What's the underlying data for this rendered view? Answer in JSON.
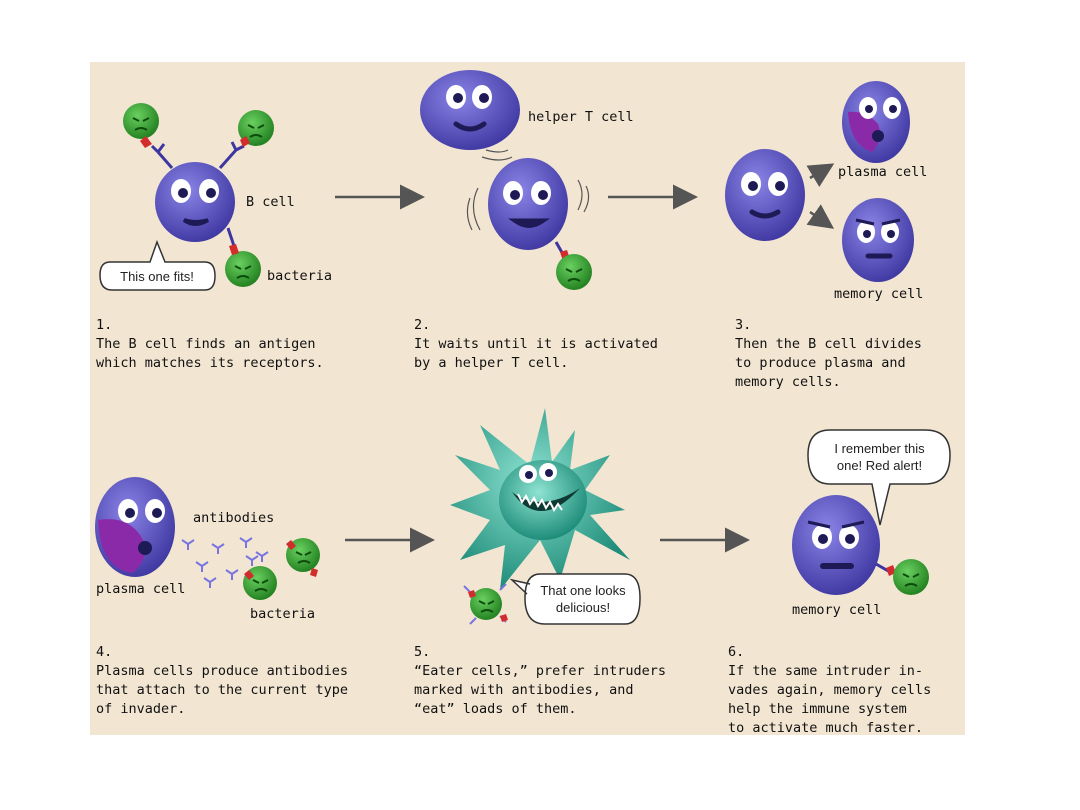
{
  "labels": {
    "b_cell": "B cell",
    "bacteria_1": "bacteria",
    "helper_t": "helper T cell",
    "plasma_cell_1": "plasma cell",
    "memory_cell_1": "memory cell",
    "antibodies": "antibodies",
    "plasma_cell_2": "plasma cell",
    "bacteria_2": "bacteria",
    "memory_cell_2": "memory cell"
  },
  "speech": {
    "fits": "This one fits!",
    "delicious": [
      "That one looks",
      "delicious!"
    ],
    "remember": [
      "I remember this",
      "one! Red alert!"
    ]
  },
  "steps": [
    {
      "num": "1.",
      "lines": [
        "The B cell finds an antigen",
        "which matches its receptors."
      ]
    },
    {
      "num": "2.",
      "lines": [
        "It waits until it is activated",
        "by a helper T cell."
      ]
    },
    {
      "num": "3.",
      "lines": [
        "Then the B cell divides",
        "to produce plasma and",
        "memory cells."
      ]
    },
    {
      "num": "4.",
      "lines": [
        "Plasma cells produce antibodies",
        "that attach to the current type",
        "of invader."
      ]
    },
    {
      "num": "5.",
      "lines": [
        "“Eater cells,” prefer intruders",
        "marked with antibodies, and",
        "“eat” loads of them."
      ]
    },
    {
      "num": "6.",
      "lines": [
        "If the same intruder in-",
        "vades again, memory cells",
        "help the immune system",
        "to activate much faster."
      ]
    }
  ],
  "colors": {
    "background": "#f2e6d3",
    "cell": "#5c55c0",
    "bacteria": "#35a532",
    "eater": "#3fb3a0",
    "antigen": "#d22c2c"
  }
}
